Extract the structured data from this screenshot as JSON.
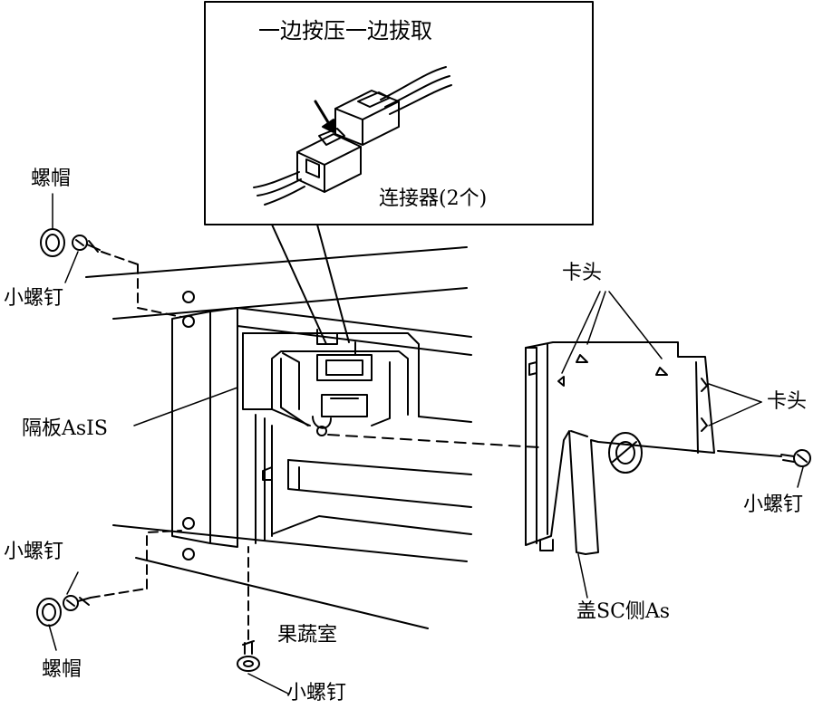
{
  "labels": {
    "inset_caption": "一边按压一边拔取",
    "connector": "连接器(2个)",
    "nut_top": "螺帽",
    "screw_top_left": "小螺钉",
    "partition": "隔板AsIS",
    "screw_bottom_left": "小螺钉",
    "nut_bottom": "螺帽",
    "fruit_veg_room": "果蔬室",
    "screw_bottom": "小螺钉",
    "clip_top": "卡头",
    "clip_right": "卡头",
    "screw_right": "小螺钉",
    "cover": "盖SC侧As"
  },
  "colors": {
    "line": "#000000",
    "background": "#ffffff"
  }
}
